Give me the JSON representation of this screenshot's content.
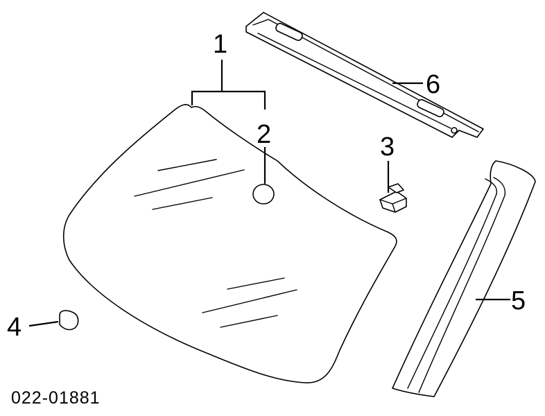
{
  "diagram": {
    "callouts": {
      "c1": "1",
      "c2": "2",
      "c3": "3",
      "c4": "4",
      "c5": "5",
      "c6": "6"
    },
    "reference_code": "022-01881"
  }
}
